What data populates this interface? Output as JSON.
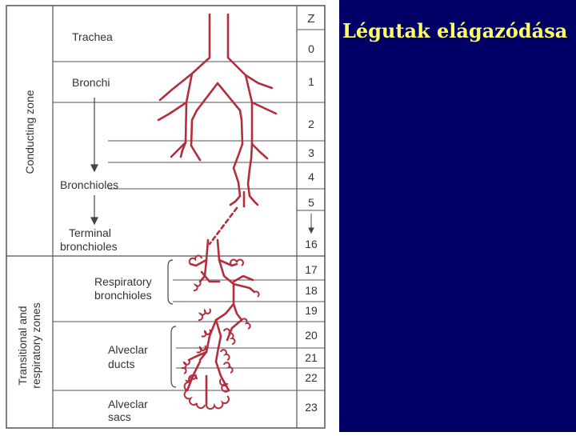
{
  "slide_title": "Légutak elágazódása",
  "zones": {
    "conducting": "Conducting zone",
    "transitional_line1": "Transitional and",
    "transitional_line2": "respiratory zones"
  },
  "structures": {
    "trachea": "Trachea",
    "bronchi": "Bronchi",
    "bronchioles": "Bronchioles",
    "terminal_line1": "Terminal",
    "terminal_line2": "bronchioles",
    "respiratory_line1": "Respiratory",
    "respiratory_line2": "bronchioles",
    "alveolar_ducts_line1": "Alveclar",
    "alveolar_ducts_line2": "ducts",
    "alveolar_sacs_line1": "Alveclar",
    "alveolar_sacs_line2": "sacs"
  },
  "generation_header": "Z",
  "generations": [
    "0",
    "1",
    "2",
    "3",
    "4",
    "5",
    "16",
    "17",
    "18",
    "19",
    "20",
    "21",
    "22",
    "23"
  ],
  "colors": {
    "airway": "#b22e3c",
    "background_right": "#000066",
    "title": "#ffff66"
  }
}
